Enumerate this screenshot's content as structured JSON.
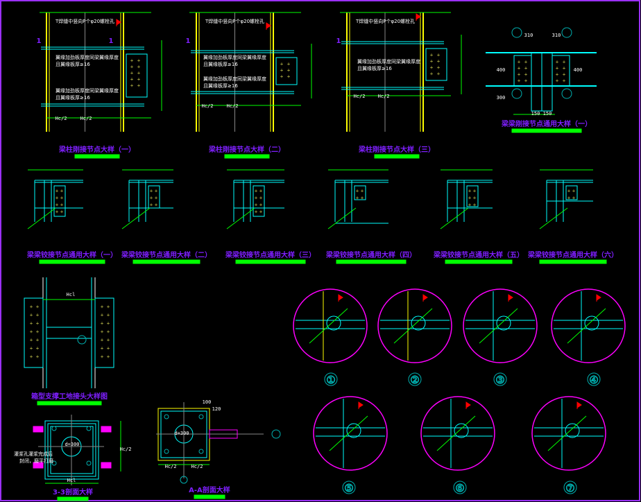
{
  "colors": {
    "background": "#000000",
    "border": "#9b30ff",
    "column": "#ffff00",
    "beam": "#00ffff",
    "dimension": "#00ff00",
    "title": "#7f1fff",
    "callout_circle": "#ff00ff",
    "bolt": "#ffff66"
  },
  "row1": {
    "titles": [
      "梁柱刚接节点大样（一）",
      "梁柱刚接节点大样（二）",
      "梁柱刚接节点大样（三）",
      "梁梁刚接节点通用大样（一）"
    ],
    "column_note": "T焊缝中竖向P个φ20螺栓孔",
    "web_note_1": "翼缘加劲板厚度同梁翼缘厚度",
    "web_note_2": "且翼缘板厚≥16",
    "dim_half": "Hc/2",
    "section_mark": "1",
    "dim_top_left": "310",
    "dim_top_right": "310",
    "dim_150": "150",
    "dim_400": "400",
    "dim_300": "300"
  },
  "row2": {
    "titles": [
      "梁梁铰接节点通用大样（一）",
      "梁梁铰接节点通用大样（二）",
      "梁梁铰接节点通用大样（三）",
      "梁梁铰接节点通用大样（四）",
      "梁梁铰接节点通用大样（五）",
      "梁梁铰接节点通用大样（六）"
    ]
  },
  "bottom": {
    "brace_title": "箱型支撑工地接头大样图",
    "section_33_title": "3-3剖面大样",
    "section_aa_title": "A-A剖面大样",
    "dim_hcl": "Hcl",
    "dim_hc2": "Hc/2",
    "dim_100": "100",
    "dim_120": "120",
    "hole": "d=300",
    "note_1": "灌浆孔灌浆完成后",
    "note_2": "封闭，磨平打磨"
  },
  "callouts": [
    "①",
    "②",
    "③",
    "④",
    "⑤",
    "⑥",
    "⑦"
  ]
}
